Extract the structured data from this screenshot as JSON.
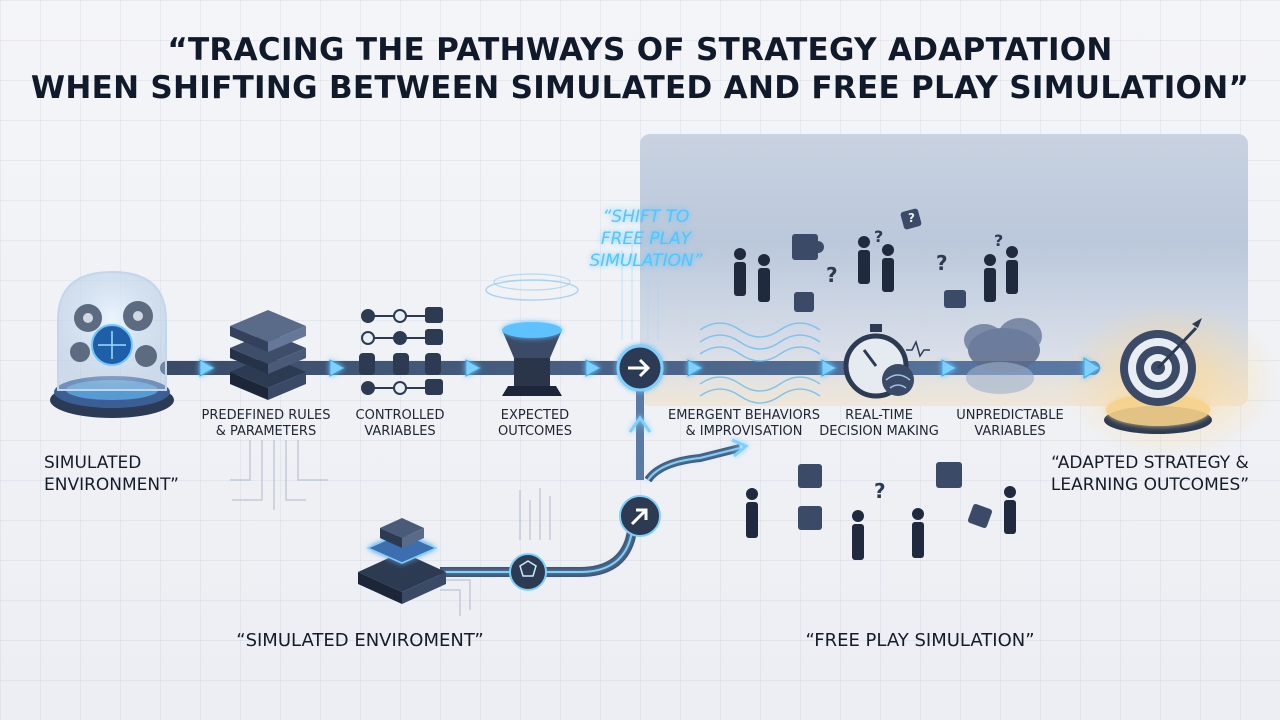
{
  "title": {
    "line1": "“TRACING THE PATHWAYS OF STRATEGY ADAPTATION",
    "line2": "WHEN SHIFTING BETWEEN SIMULATED AND FREE PLAY SIMULATION”"
  },
  "shift_label": {
    "line1": "“SHIFT TO",
    "line2": "FREE PLAY",
    "line3": "SIMULATION”"
  },
  "start_label": {
    "line1": "SIMULATED",
    "line2": "ENVIRONMENT”"
  },
  "end_label": {
    "line1": "“ADAPTED STRATEGY &",
    "line2": "LEARNING OUTCOMES”"
  },
  "steps": {
    "rules": {
      "line1": "PREDEFINED RULES",
      "line2": "& PARAMETERS"
    },
    "variables": {
      "line1": "CONTROLLED",
      "line2": "VARIABLES"
    },
    "outcomes": {
      "line1": "EXPECTED",
      "line2": "OUTCOMES"
    },
    "emergent": {
      "line1": "EMERGENT BEHAVIORS",
      "line2": "& IMPROVISATION"
    },
    "realtime": {
      "line1": "REAL-TIME",
      "line2": "DECISION MAKING"
    },
    "unpredictable": {
      "line1": "UNPREDICTABLE",
      "line2": "VARIABLES"
    }
  },
  "bottom_labels": {
    "simulated": "“SIMULATED ENVIROMENT”",
    "free_play": "“FREE PLAY SIMULATION”"
  },
  "colors": {
    "accent": "#3aa7e8",
    "glow": "#4fc6ff",
    "dark": "#2c3a52",
    "text": "#151c29"
  }
}
